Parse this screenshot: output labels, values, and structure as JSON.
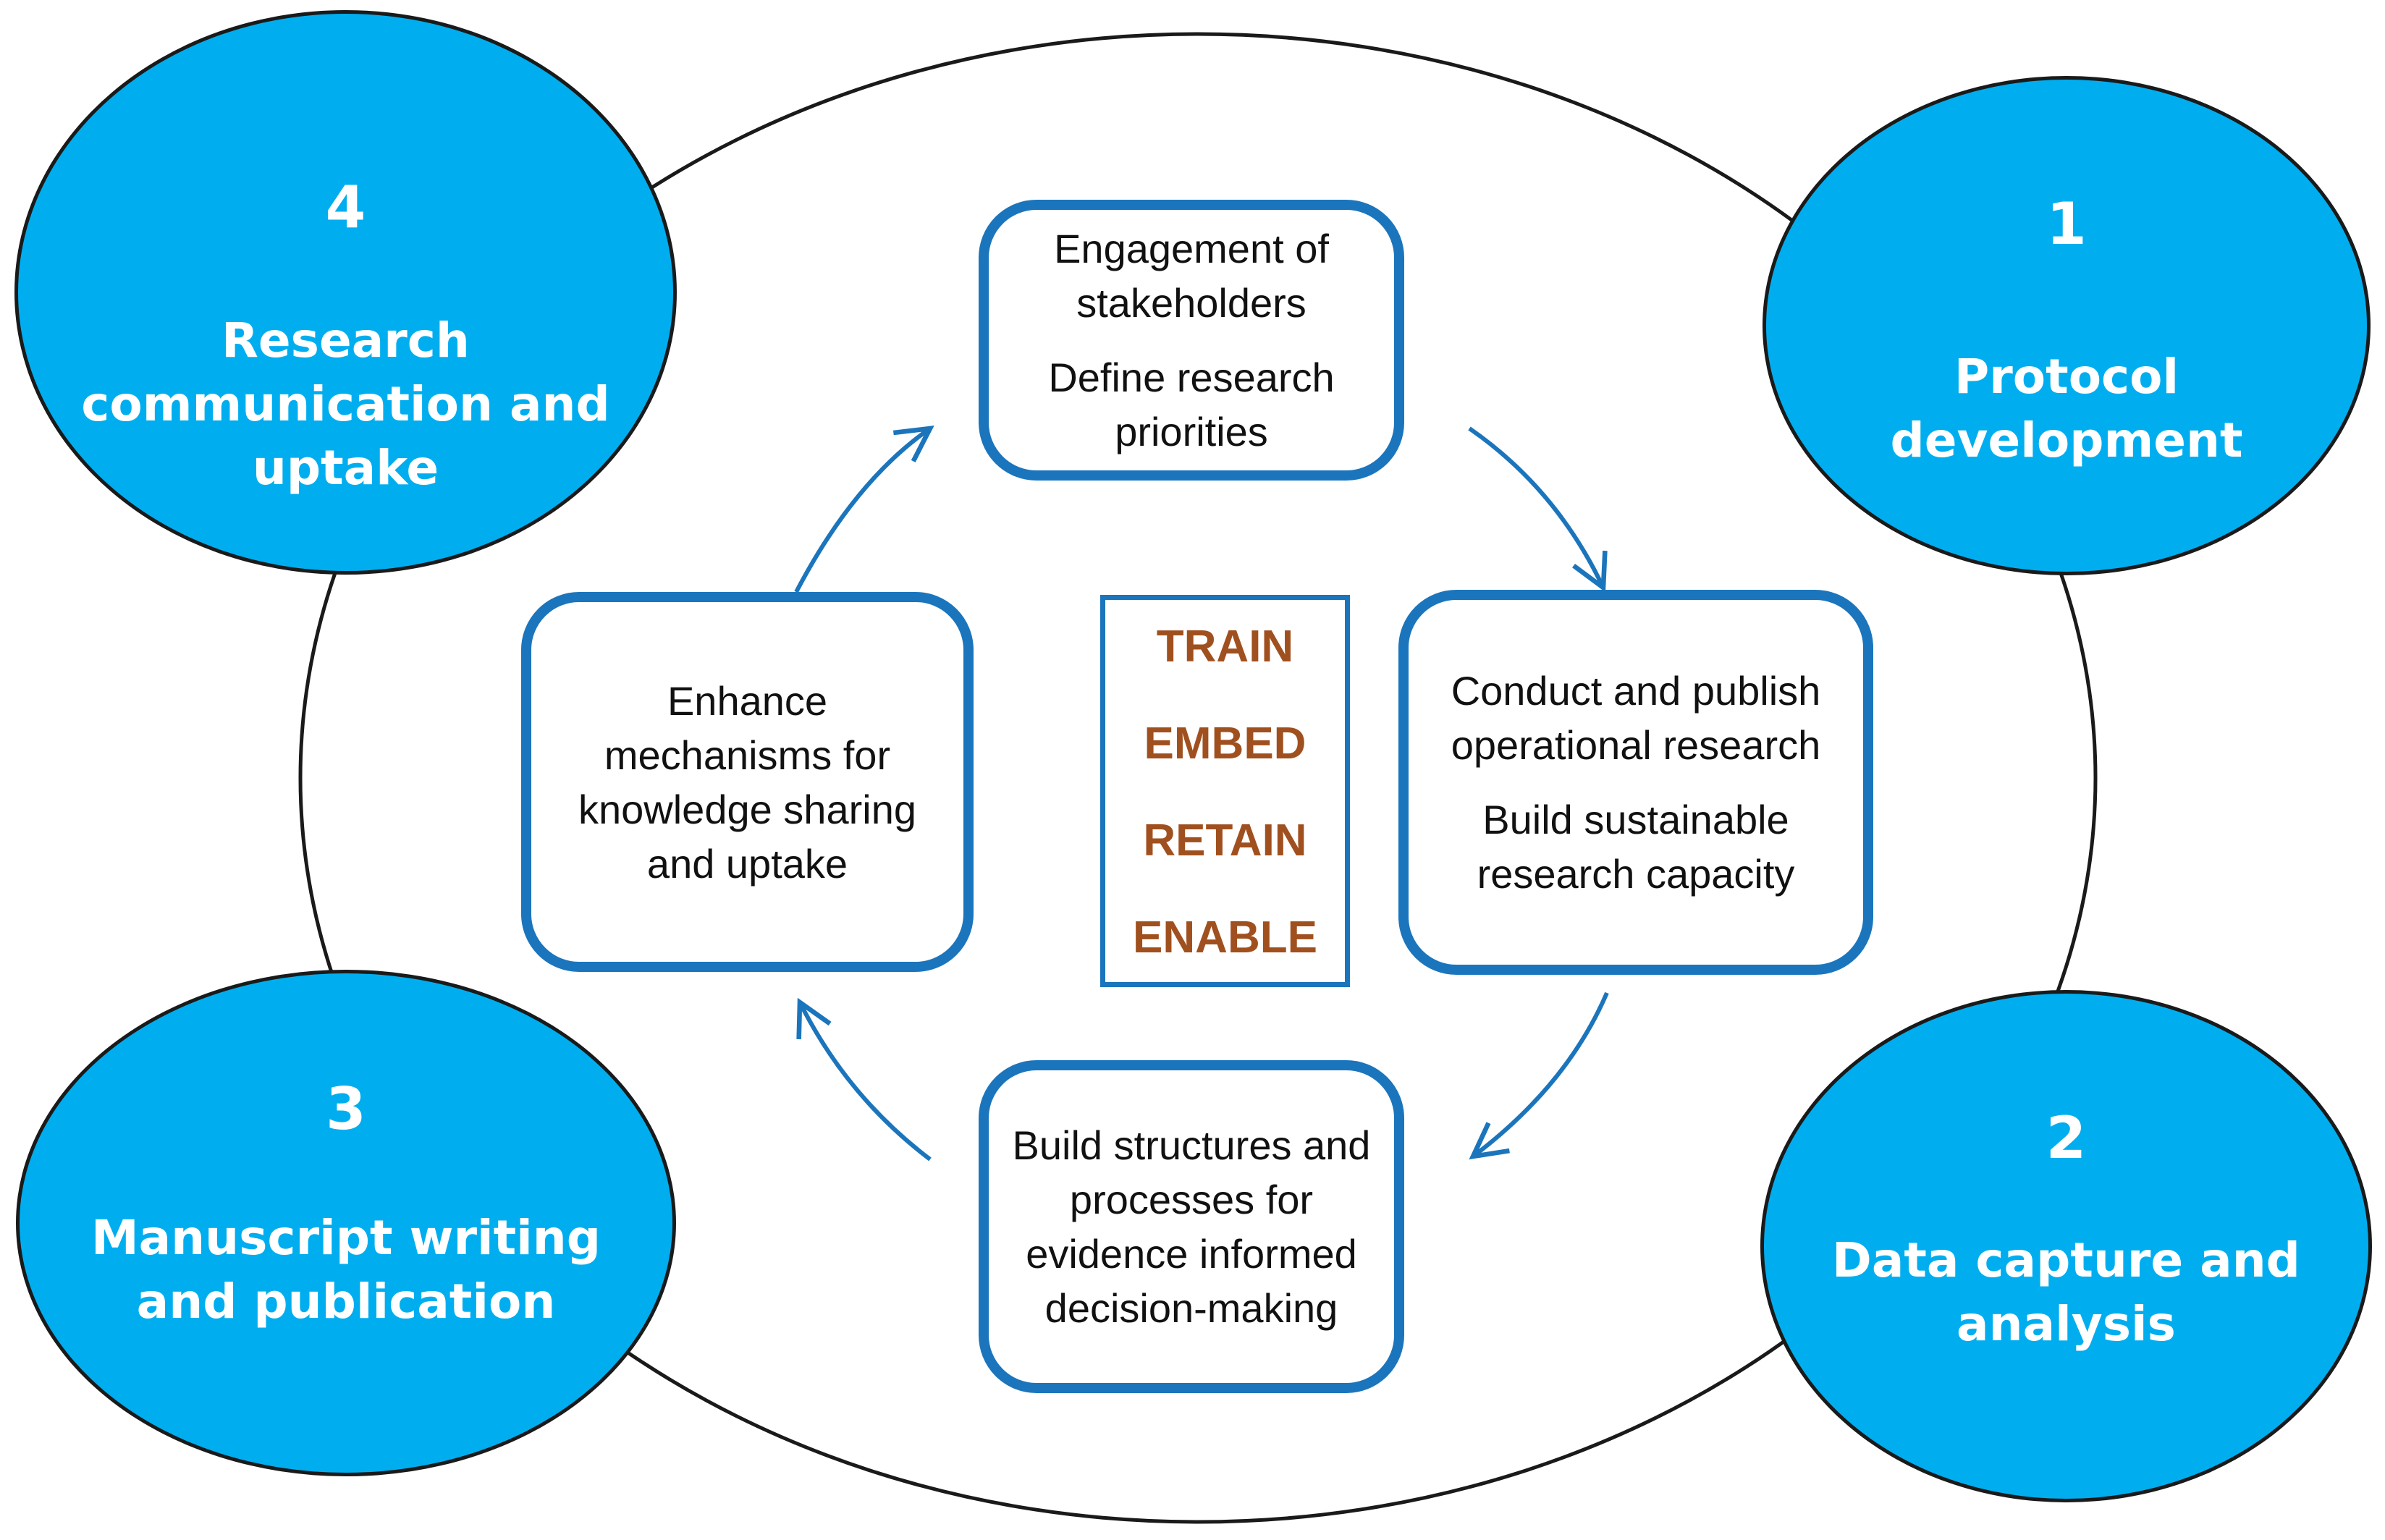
{
  "colors": {
    "circle_fill": "#00AEEF",
    "box_border": "#1B75BC",
    "arrow": "#1B75BC",
    "keyword_text": "#A0501E",
    "outline": "#1a1a1a"
  },
  "phases": [
    {
      "number": "1",
      "label": "Protocol development"
    },
    {
      "number": "2",
      "label": "Data capture and analysis"
    },
    {
      "number": "3",
      "label": "Manuscript writing and publication"
    },
    {
      "number": "4",
      "label": "Research communication and uptake"
    }
  ],
  "boxes": {
    "top": {
      "line1": "Engagement of stakeholders",
      "line2": "Define research priorities"
    },
    "right": {
      "line1": "Conduct and publish operational research",
      "line2": "Build sustainable research capacity"
    },
    "bottom": {
      "line1": "Build structures and processes for evidence informed decision-making"
    },
    "left": {
      "line1": "Enhance mechanisms for knowledge sharing and uptake"
    }
  },
  "keywords": [
    "TRAIN",
    "EMBED",
    "RETAIN",
    "ENABLE"
  ]
}
